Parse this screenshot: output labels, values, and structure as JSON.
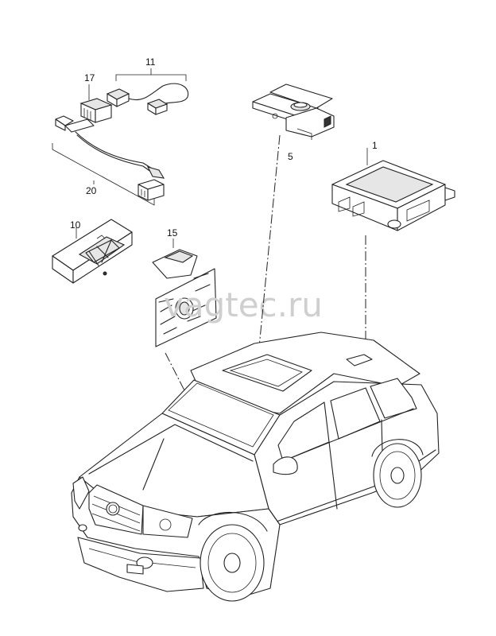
{
  "callouts": {
    "c1": "1",
    "c5": "5",
    "c10": "10",
    "c11": "11",
    "c15": "15",
    "c17": "17",
    "c20": "20"
  },
  "watermark": "vagtec.ru",
  "icons": [
    "control-unit-1",
    "sensor-5",
    "bracket-10",
    "wiring-11",
    "holder-15",
    "connector-17",
    "harness-20",
    "vehicle-suv"
  ]
}
